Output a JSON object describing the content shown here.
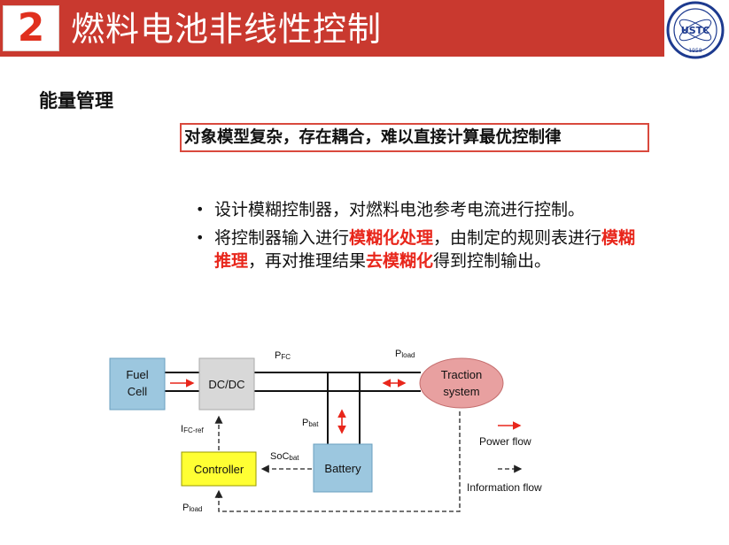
{
  "header": {
    "section_number": "2",
    "title": "燃料电池非线性控制"
  },
  "logo": {
    "text": "USTC",
    "year": "1958",
    "colors": {
      "ring": "#1d3a8f",
      "inner": "#ffffff"
    }
  },
  "section": {
    "heading": "能量管理"
  },
  "callout": {
    "text": "对象模型复杂，存在耦合，难以直接计算最优控制律"
  },
  "bullets": {
    "b1": "设计模糊控制器，对燃料电池参考电流进行控制。",
    "b2": {
      "p1": "将控制器输入进行",
      "h1": "模糊化处理",
      "p2": "，由制定的规则表进行",
      "h2": "模糊推理",
      "p3": "，再对推理结果",
      "h3": "去模糊化",
      "p4": "得到控制输出。"
    }
  },
  "diagram": {
    "blocks": {
      "fuel_cell_line1": "Fuel",
      "fuel_cell_line2": "Cell",
      "dcdc": "DC/DC",
      "traction_line1": "Traction",
      "traction_line2": "system",
      "controller": "Controller",
      "battery": "Battery"
    },
    "labels": {
      "pfc_main": "P",
      "pfc_sub": "FC",
      "pload_main": "P",
      "pload_sub": "load",
      "pbat_main": "P",
      "pbat_sub": "bat",
      "ifc_main": "I",
      "ifc_sub": "FC-ref",
      "soc_main": "SoC",
      "soc_sub": "bat",
      "pload2_main": "P",
      "pload2_sub": "load"
    },
    "legend": {
      "power": "Power flow",
      "info": "Information flow"
    },
    "colors": {
      "box_blue": "#9cc7df",
      "box_gray": "#d8d8d8",
      "ellipse_pink": "#e8a0a0",
      "controller_yellow": "#ffff33",
      "arrow_red": "#e8261b"
    }
  },
  "footnote_icons": [
    "power-flow-arrow-icon",
    "information-flow-arrow-icon"
  ]
}
